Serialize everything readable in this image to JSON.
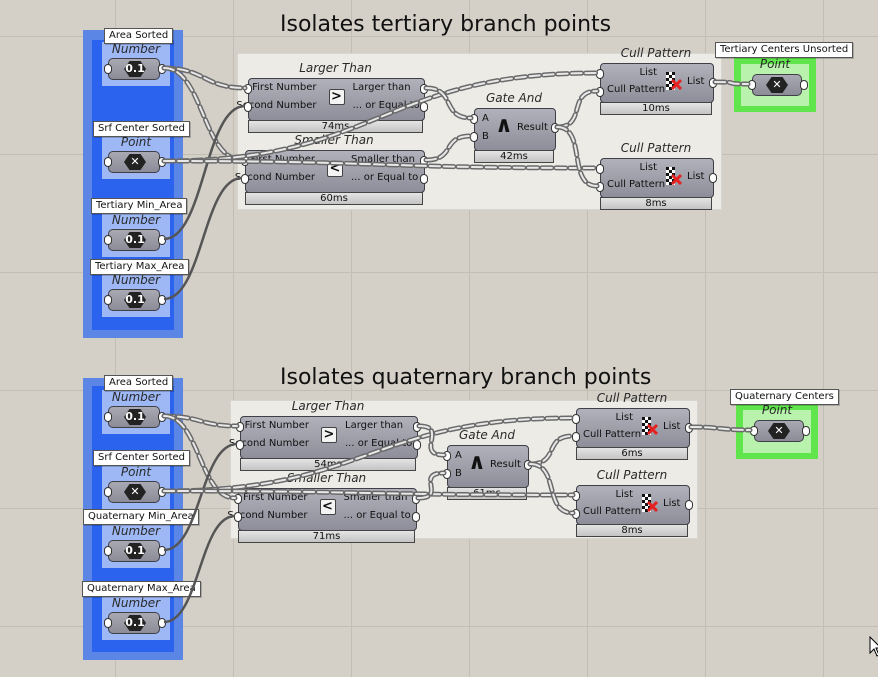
{
  "canvas": {
    "colors": {
      "background": "#d4d0c8",
      "group_panel": "#ecebe6",
      "input_group_blue": "#2b63ef",
      "output_group_green": "#60e64c",
      "component_fill": "#9d9da8",
      "wire": "#5a5a5a"
    }
  },
  "groups": [
    {
      "title": "Isolates tertiary branch points",
      "inputs": [
        {
          "label": "Area Sorted",
          "nickname": "Number",
          "chip": "0.1",
          "icon": "number-param-icon"
        },
        {
          "label": "Srf Center Sorted",
          "nickname": "Point",
          "chip": "✕",
          "icon": "point-param-icon"
        },
        {
          "label": "Tertiary Min_Area",
          "nickname": "Number",
          "chip": "0.1",
          "icon": "number-param-icon"
        },
        {
          "label": "Tertiary Max_Area",
          "nickname": "Number",
          "chip": "0.1",
          "icon": "number-param-icon"
        }
      ],
      "larger": {
        "title": "Larger Than",
        "in1": "First Number",
        "in2": "Second Number",
        "op": ">",
        "out1": "Larger than",
        "out2": "... or Equal to",
        "time": "74ms"
      },
      "smaller": {
        "title": "Smaller Than",
        "in1": "First Number",
        "in2": "Second Number",
        "op": "<",
        "out1": "Smaller than",
        "out2": "... or Equal to",
        "time": "60ms"
      },
      "gate": {
        "title": "Gate And",
        "in1": "A",
        "in2": "B",
        "op": "∧",
        "out": "Result",
        "time": "42ms"
      },
      "cull1": {
        "title": "Cull Pattern",
        "in1": "List",
        "in2": "Cull Pattern",
        "out": "List",
        "time": "10ms"
      },
      "cull2": {
        "title": "Cull Pattern",
        "in1": "List",
        "in2": "Cull Pattern",
        "out": "List",
        "time": "8ms"
      },
      "output": {
        "label": "Tertiary Centers Unsorted",
        "nickname": "Point",
        "chip": "✕"
      }
    },
    {
      "title": "Isolates quaternary branch points",
      "inputs": [
        {
          "label": "Area Sorted",
          "nickname": "Number",
          "chip": "0.1",
          "icon": "number-param-icon"
        },
        {
          "label": "Srf Center Sorted",
          "nickname": "Point",
          "chip": "✕",
          "icon": "point-param-icon"
        },
        {
          "label": "Quaternary Min_Area",
          "nickname": "Number",
          "chip": "0.1",
          "icon": "number-param-icon"
        },
        {
          "label": "Quaternary Max_Area",
          "nickname": "Number",
          "chip": "0.1",
          "icon": "number-param-icon"
        }
      ],
      "larger": {
        "title": "Larger Than",
        "in1": "First Number",
        "in2": "Second Number",
        "op": ">",
        "out1": "Larger than",
        "out2": "... or Equal to",
        "time": "54ms"
      },
      "smaller": {
        "title": "Smaller Than",
        "in1": "First Number",
        "in2": "Second Number",
        "op": "<",
        "out1": "Smaller than",
        "out2": "... or Equal to",
        "time": "71ms"
      },
      "gate": {
        "title": "Gate And",
        "in1": "A",
        "in2": "B",
        "op": "∧",
        "out": "Result",
        "time": "61ms"
      },
      "cull1": {
        "title": "Cull Pattern",
        "in1": "List",
        "in2": "Cull Pattern",
        "out": "List",
        "time": "6ms"
      },
      "cull2": {
        "title": "Cull Pattern",
        "in1": "List",
        "in2": "Cull Pattern",
        "out": "List",
        "time": "8ms"
      },
      "output": {
        "label": "Quaternary Centers",
        "nickname": "Point",
        "chip": "✕"
      }
    }
  ]
}
